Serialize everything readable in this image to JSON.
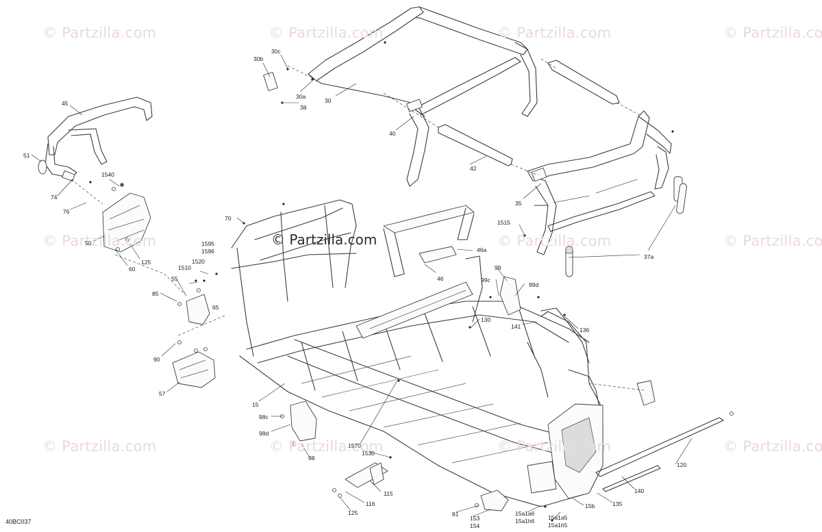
{
  "watermark": {
    "text": "© Partzilla.com"
  },
  "diagram": {
    "code": "40BC037",
    "callouts": [
      {
        "id": "c30c",
        "text": "30c"
      },
      {
        "id": "c30b",
        "text": "30b"
      },
      {
        "id": "c30a",
        "text": "30a"
      },
      {
        "id": "c38",
        "text": "38"
      },
      {
        "id": "c30",
        "text": "30"
      },
      {
        "id": "c40",
        "text": "40"
      },
      {
        "id": "c42",
        "text": "42"
      },
      {
        "id": "c35",
        "text": "35"
      },
      {
        "id": "c1515",
        "text": "1515"
      },
      {
        "id": "c37a",
        "text": "37a"
      },
      {
        "id": "c45",
        "text": "45"
      },
      {
        "id": "c51",
        "text": "51"
      },
      {
        "id": "c1540",
        "text": "1540"
      },
      {
        "id": "c74",
        "text": "74"
      },
      {
        "id": "c76",
        "text": "76"
      },
      {
        "id": "c50",
        "text": "50"
      },
      {
        "id": "c125a",
        "text": "125"
      },
      {
        "id": "c60",
        "text": "60"
      },
      {
        "id": "c70",
        "text": "70"
      },
      {
        "id": "c1595",
        "text": "1595"
      },
      {
        "id": "c1596",
        "text": "1596"
      },
      {
        "id": "c1510",
        "text": "1510"
      },
      {
        "id": "c1520",
        "text": "1520"
      },
      {
        "id": "c55",
        "text": "55"
      },
      {
        "id": "c85",
        "text": "85"
      },
      {
        "id": "c65",
        "text": "65"
      },
      {
        "id": "c46a",
        "text": "46a"
      },
      {
        "id": "c46",
        "text": "46"
      },
      {
        "id": "c99",
        "text": "99"
      },
      {
        "id": "c99c",
        "text": "99c"
      },
      {
        "id": "c99d",
        "text": "99d"
      },
      {
        "id": "c130",
        "text": "130"
      },
      {
        "id": "c141",
        "text": "141"
      },
      {
        "id": "c136",
        "text": "136"
      },
      {
        "id": "c90",
        "text": "90"
      },
      {
        "id": "c57",
        "text": "57"
      },
      {
        "id": "c15",
        "text": "15"
      },
      {
        "id": "c98c",
        "text": "98c"
      },
      {
        "id": "c98d",
        "text": "98d"
      },
      {
        "id": "c98",
        "text": "98"
      },
      {
        "id": "c1570",
        "text": "1570"
      },
      {
        "id": "c1530",
        "text": "1530"
      },
      {
        "id": "c120",
        "text": "120"
      },
      {
        "id": "c140",
        "text": "140"
      },
      {
        "id": "c115",
        "text": "115"
      },
      {
        "id": "c116",
        "text": "116"
      },
      {
        "id": "c125b",
        "text": "125"
      },
      {
        "id": "c135",
        "text": "135"
      },
      {
        "id": "c15b",
        "text": "15b"
      },
      {
        "id": "c81",
        "text": "81"
      },
      {
        "id": "c153",
        "text": "153"
      },
      {
        "id": "c154",
        "text": "154"
      },
      {
        "id": "c15a1a6",
        "text": "15a1a6"
      },
      {
        "id": "c15a1h6",
        "text": "15a1h6"
      },
      {
        "id": "c15a1a5",
        "text": "15a1a5"
      },
      {
        "id": "c15a1h5",
        "text": "15a1h5"
      }
    ]
  }
}
